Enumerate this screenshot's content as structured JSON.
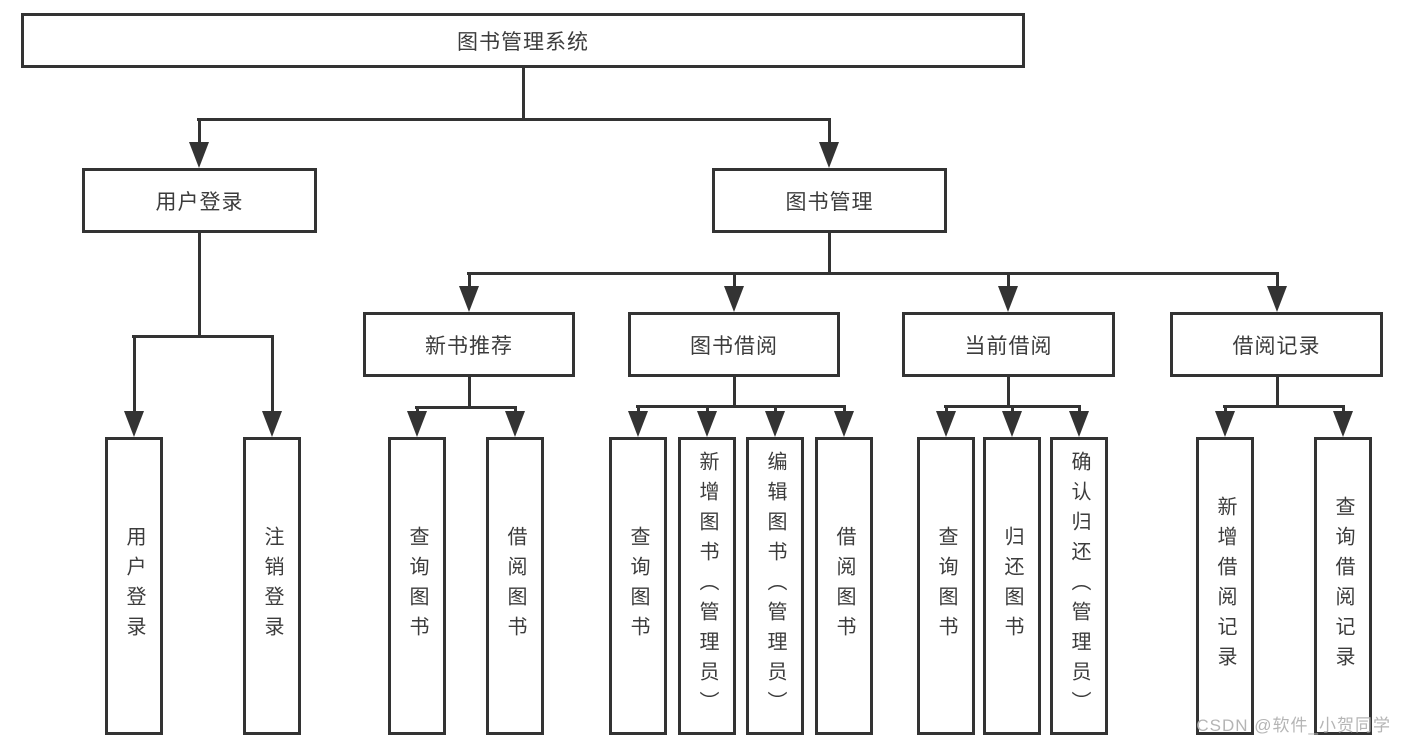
{
  "colors": {
    "stroke": "#333333",
    "node_fill": "#ffffff",
    "text": "#3c3c3c",
    "watermark": "#b5b5b5",
    "background": "#ffffff"
  },
  "watermark": {
    "text": "CSDN @软件_小贺同学"
  },
  "tree": {
    "label": "图书管理系统",
    "children": [
      {
        "label": "用户登录",
        "children": [
          {
            "label": "用户登录"
          },
          {
            "label": "注销登录"
          }
        ]
      },
      {
        "label": "图书管理",
        "children": [
          {
            "label": "新书推荐",
            "children": [
              {
                "label": "查询图书"
              },
              {
                "label": "借阅图书"
              }
            ]
          },
          {
            "label": "图书借阅",
            "children": [
              {
                "label": "查询图书"
              },
              {
                "label": "新增图书（管理员）"
              },
              {
                "label": "编辑图书（管理员）"
              },
              {
                "label": "借阅图书"
              }
            ]
          },
          {
            "label": "当前借阅",
            "children": [
              {
                "label": "查询图书"
              },
              {
                "label": "归还图书"
              },
              {
                "label": "确认归还（管理员）"
              }
            ]
          },
          {
            "label": "借阅记录",
            "children": [
              {
                "label": "新增借阅记录"
              },
              {
                "label": "查询借阅记录"
              }
            ]
          }
        ]
      }
    ]
  }
}
